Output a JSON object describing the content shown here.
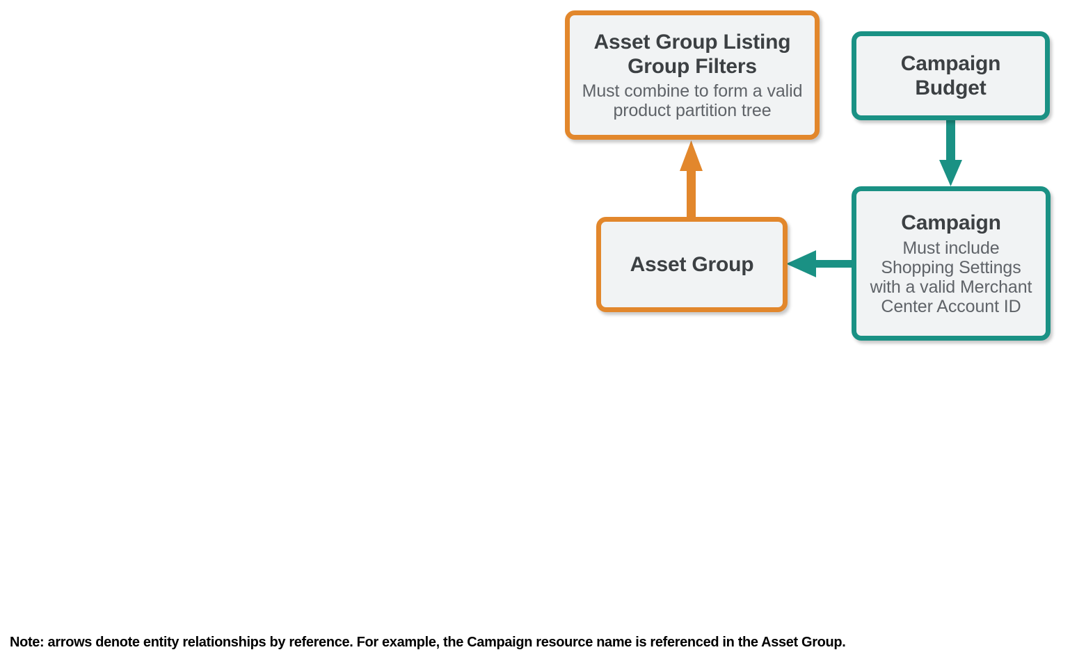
{
  "diagram": {
    "title_semantics": "Performance Max shopping entity relationship diagram",
    "colors": {
      "orange": "#e2872c",
      "teal": "#1a9184",
      "node_fill": "#f1f3f4",
      "title_text": "#3c4043",
      "body_text": "#5f6368",
      "note_text": "#000000",
      "background": "#ffffff"
    },
    "nodes": [
      {
        "id": "asset-group-listing-group-filters",
        "title": "Asset Group Listing\nGroup Filters",
        "subtitle": "Must combine to form a valid\nproduct partition tree",
        "accent": "orange"
      },
      {
        "id": "campaign-budget",
        "title": "Campaign\nBudget",
        "subtitle": "",
        "accent": "teal"
      },
      {
        "id": "asset-group",
        "title": "Asset Group",
        "subtitle": "",
        "accent": "orange"
      },
      {
        "id": "campaign",
        "title": "Campaign",
        "subtitle": "Must include\nShopping Settings\nwith a valid Merchant\nCenter Account ID",
        "accent": "teal"
      }
    ],
    "edges": [
      {
        "id": "asset-group-to-listing-group-filters",
        "from": "asset-group",
        "to": "asset-group-listing-group-filters",
        "color": "orange",
        "direction": "up"
      },
      {
        "id": "campaign-budget-to-campaign",
        "from": "campaign-budget",
        "to": "campaign",
        "color": "teal",
        "direction": "down"
      },
      {
        "id": "campaign-to-asset-group",
        "from": "campaign",
        "to": "asset-group",
        "color": "teal",
        "direction": "left"
      }
    ]
  },
  "footer": {
    "note": "Note: arrows denote entity relationships by reference. For example, the Campaign resource name is referenced in the Asset Group."
  }
}
